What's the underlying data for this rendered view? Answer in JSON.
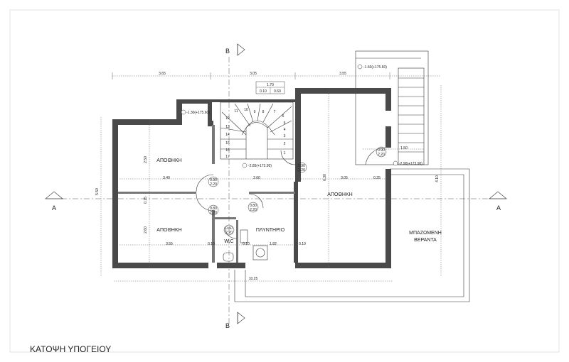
{
  "plan_title": "ΚΑΤΟΨΗ ΥΠΟΓΕΙΟΥ",
  "section_marks": {
    "b_top": "B",
    "b_bottom": "B",
    "a_left": "A",
    "a_right": "A"
  },
  "rooms": {
    "storage_top_left": "ΑΠΟΘΗΚΗ",
    "storage_bottom_left": "ΑΠΟΘΗΚΗ",
    "storage_right": "ΑΠΟΘΗΚΗ",
    "laundry": "ΠΛΥΝΤΗΡΙΟ",
    "wc": "W.C",
    "veranda_line1": "ΜΠΑΖΩΜΕΝΗ",
    "veranda_line2": "ΒΕΡΑΝΤΑ"
  },
  "levels": {
    "top_right": "-1.60(+175.60)",
    "top_left": "-1.30(+175.60)",
    "center": "-2.85(+173.95)",
    "right": "-2.90(+173.90)"
  },
  "dimensions": {
    "top_1": "3.65",
    "top_2": "3.05",
    "top_3": "3.55",
    "box_top": "1.70",
    "box_left": "0.10",
    "box_right": "0.60",
    "d_340": "3.40",
    "d_260": "2.60",
    "d_305": "3.05",
    "d_025": "0.25",
    "d_355": "3.55",
    "d_010a": "0.10",
    "d_010b": "0.10",
    "d_010c": "0.10",
    "d_182": "1.82",
    "d_150": "1.50",
    "d_2525": "10.25",
    "left_v_550": "5.50",
    "left_v_250": "2.50",
    "left_v_260": "2.60",
    "left_v_015": "0.15",
    "right_v_630": "6.30",
    "right_v_410": "4.10",
    "door_1": "0.90",
    "door_2": "2.20",
    "door_3": "0.80",
    "door_4": "2.20",
    "door_5": "0.80",
    "door_6": "2.20",
    "door_7": "0.60",
    "door_8": "2.20",
    "door_9": "0.90",
    "door_10": "2.20",
    "door_11": "0.90",
    "door_12": "2.20"
  },
  "stairs": [
    "11",
    "10",
    "9",
    "8",
    "7",
    "6",
    "5",
    "4",
    "3",
    "2",
    "1",
    "12",
    "13",
    "14",
    "15",
    "16",
    "17"
  ]
}
